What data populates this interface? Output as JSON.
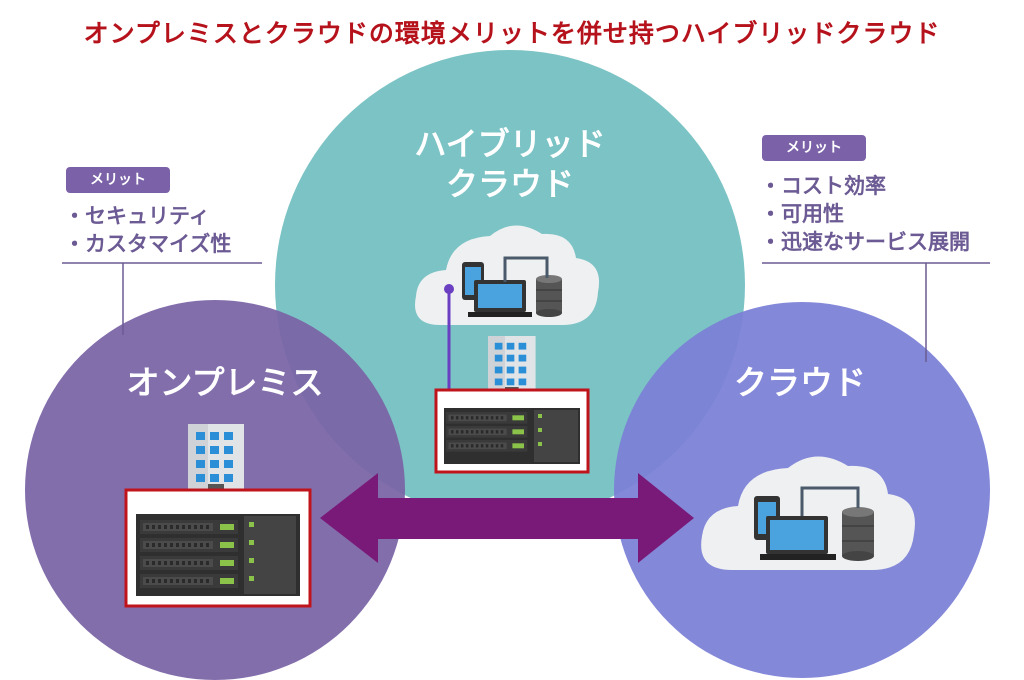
{
  "title": "オンプレミスとクラウドの環境メリットを併せ持つハイブリッドクラウド",
  "circles": {
    "hybrid": {
      "label_line1": "ハイブリッド",
      "label_line2": "クラウド"
    },
    "onprem": {
      "label": "オンプレミス"
    },
    "cloud": {
      "label": "クラウド"
    }
  },
  "merits": {
    "onprem": {
      "badge": "メリット",
      "items": [
        "・セキュリティ",
        "・カスタマイズ性"
      ]
    },
    "cloud": {
      "badge": "メリット",
      "items": [
        "・コスト効率",
        "・可用性",
        "・迅速なサービス展開"
      ]
    }
  },
  "colors": {
    "title": "#b5121b",
    "hybrid_circle": "#7cc3c5",
    "onprem_circle": "#7a63a6",
    "cloud_circle": "#7b7fd6",
    "arrow": "#7a1a78",
    "server_frame": "#c0141c",
    "merit_text": "#6b5a93"
  },
  "icons": [
    "building-icon",
    "server-rack-icon",
    "cloud-icon",
    "smartphone-icon",
    "laptop-icon",
    "database-icon",
    "double-arrow-icon"
  ]
}
